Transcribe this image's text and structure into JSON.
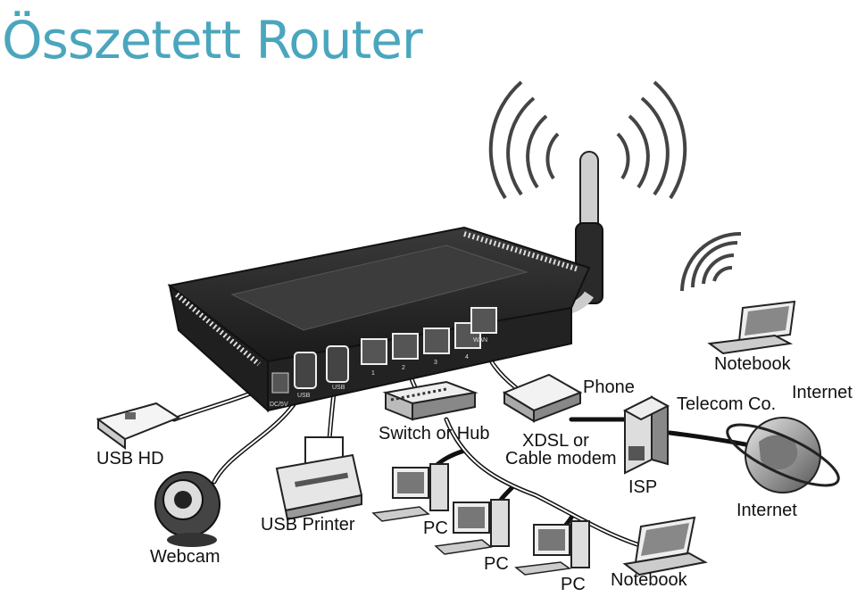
{
  "title": "Összetett Router",
  "labels": {
    "usb_hd": "USB HD",
    "webcam": "Webcam",
    "usb_printer": "USB Printer",
    "switch_hub": "Switch or Hub",
    "pc_1": "PC",
    "pc_2": "PC",
    "pc_3": "PC",
    "notebook_lan": "Notebook",
    "xdsl_line1": "XDSL or",
    "xdsl_line2": "Cable modem",
    "phone": "Phone",
    "telecom": "Telecom Co.",
    "isp": "ISP",
    "internet_top": "Internet",
    "internet_globe": "Internet",
    "notebook_wifi": "Notebook"
  },
  "router_ports": {
    "power": "DC/5V",
    "usb1": "USB",
    "usb2": "USB",
    "lan1": "1",
    "lan2": "2",
    "lan3": "3",
    "lan4": "4",
    "wan": "WAN"
  },
  "colors": {
    "title": "#4aa6bd",
    "router_body": "#2a2a2a",
    "line": "#111111"
  }
}
